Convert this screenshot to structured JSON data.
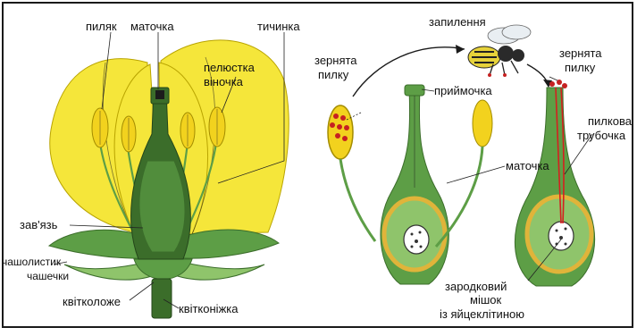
{
  "colors": {
    "petal": "#f5e63a",
    "petal_stroke": "#b9a400",
    "green": "#5d9e46",
    "green_light": "#8fc46b",
    "green_dark": "#3b6d2a",
    "anther": "#f2d21e",
    "ovary_ring": "#e0b43a",
    "pollen": "#c62121",
    "tube": "#d42020",
    "bee_body": "#2a2a2a",
    "bee_stripe": "#e6d23a"
  },
  "labels": {
    "anther": "пиляк",
    "pistil": "маточка",
    "stamen": "тичинка",
    "corolla_petal": "пелюстка віночка",
    "corolla_petal_line1": "пелюстка",
    "corolla_petal_line2": "віночка",
    "ovary": "зав'язь",
    "sepal_line1": "чашолистик",
    "sepal_line2": "чашечки",
    "receptacle": "квітколоже",
    "pedicel": "квітконіжка",
    "pollination": "запилення",
    "pollen_grains_left_line1": "зернята",
    "pollen_grains_left_line2": "пилку",
    "pollen_grains_right_line1": "зернята",
    "pollen_grains_right_line2": "пилку",
    "stigma": "приймочка",
    "pistil_mid": "маточка",
    "pollen_tube_line1": "пилкова",
    "pollen_tube_line2": "трубочка",
    "embryo_sac_line1": "зародковий",
    "embryo_sac_line2": "мішок",
    "embryo_sac_line3": "із яйцеклітиною"
  },
  "icons": [
    "bee-icon",
    "arrow-icon"
  ]
}
